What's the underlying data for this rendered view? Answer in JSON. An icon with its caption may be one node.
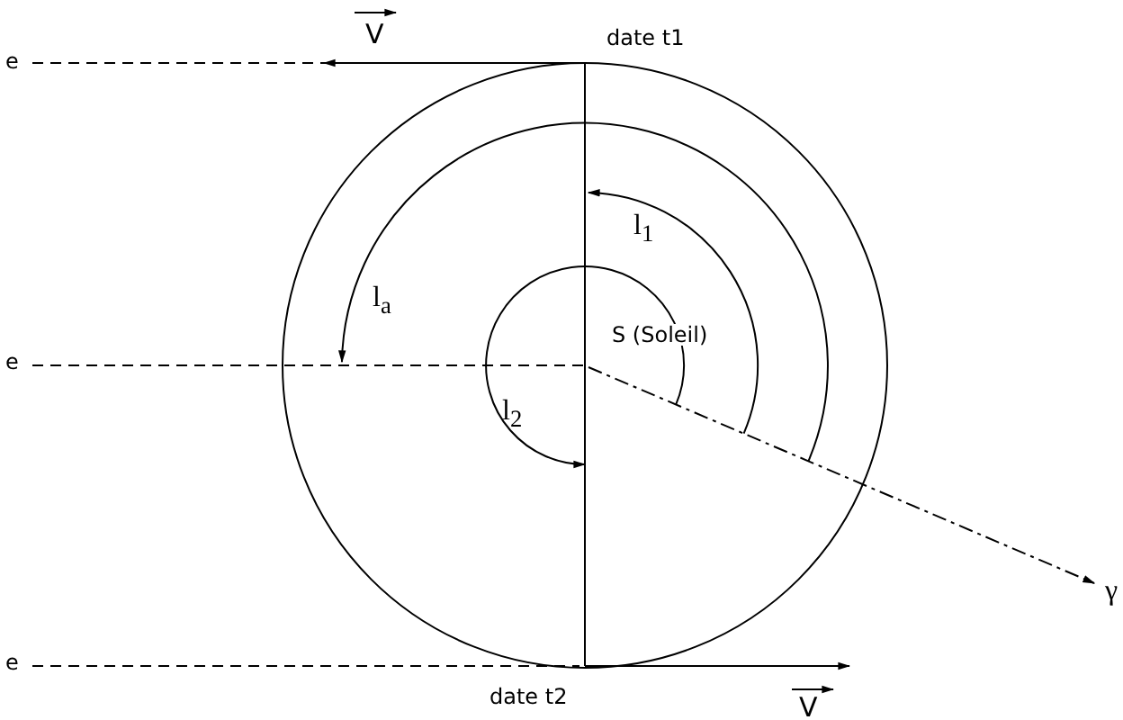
{
  "diagram": {
    "labels": [
      "V",
      "date t1",
      "e",
      "l$_{1}$",
      "l$_{a}$",
      "e",
      "S (Soleil)",
      "l$_{2}$",
      "γ",
      "e",
      "date t2",
      "V"
    ]
  }
}
